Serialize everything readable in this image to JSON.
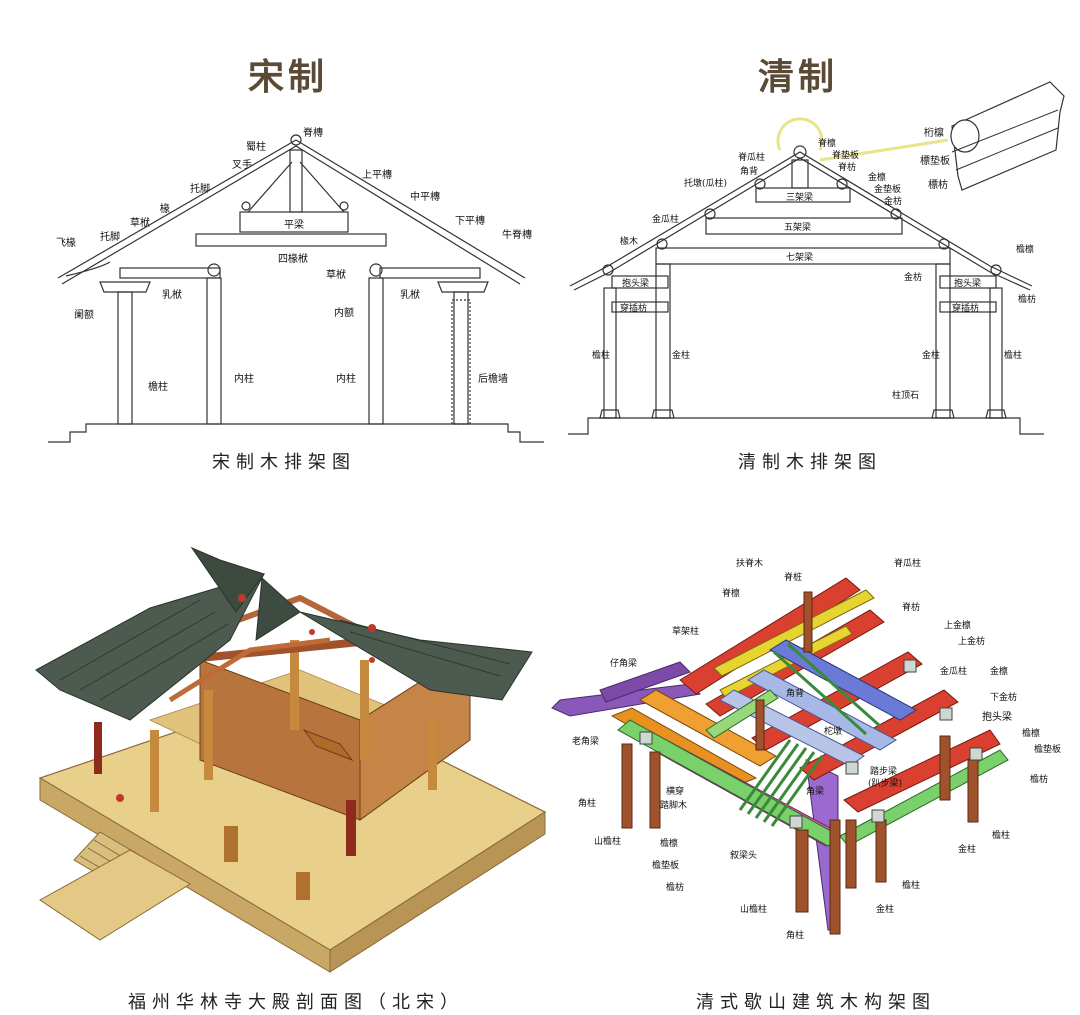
{
  "titles": {
    "song": "宋制",
    "qing": "清制"
  },
  "captions": {
    "song": "宋制木排架图",
    "qing": "清制木排架图",
    "fuzhou": "福州华林寺大殿剖面图（北宋）",
    "xieshan": "清式歇山建筑木构架图"
  },
  "song_labels": {
    "jiliang": "脊槫",
    "shuzhu": "蜀柱",
    "chashou": "叉手",
    "tuojiao1": "托脚",
    "shangpingtuan": "上平槫",
    "zhongpingtuan": "中平槫",
    "xiapingtuan": "下平槫",
    "niujituan": "牛脊槫",
    "chuan": "椽",
    "caofu1": "草栿",
    "tuojiao2": "托脚",
    "feichuan": "飞椽",
    "pingliang": "平梁",
    "sichuanfu": "四椽栿",
    "caofu2": "草栿",
    "rufu1": "乳栿",
    "rufu2": "乳栿",
    "lan_e": "阑额",
    "neie": "内额",
    "yanzhu": "檐柱",
    "neizhu1": "内柱",
    "neizhu2": "内柱",
    "houyanqiang": "后檐墙"
  },
  "qing_labels": {
    "jilin": "脊檩",
    "jidianban": "脊垫板",
    "jifang": "脊枋",
    "jiguazhu": "脊瓜柱",
    "jiaobei": "角背",
    "tuodun": "托墩(瓜柱)",
    "jinlin1": "金檩",
    "jindianban": "金垫板",
    "jinfang1": "金枋",
    "sanjialiang": "三架梁",
    "jinguazhu": "金瓜柱",
    "wujialiang": "五架梁",
    "chuanmu": "椽木",
    "qijialiang": "七架梁",
    "yanlin": "檐檩",
    "yanfang": "檐枋",
    "jinfang2": "金枋",
    "baotouliang1": "抱头梁",
    "chuanchafang1": "穿插枋",
    "baotouliang2": "抱头梁",
    "chuanchafang2": "穿插枋",
    "yanzhu1": "檐柱",
    "jinzhu1": "金柱",
    "jinzhu2": "金柱",
    "yanzhu2": "檐柱",
    "zhudingshi": "柱顶石",
    "hengmo": "桁檩",
    "biaodianban": "標垫板",
    "biaofang": "標枋"
  },
  "xieshan_labels": {
    "fujimu": "扶脊木",
    "jizhu": "脊桩",
    "jilin": "脊檩",
    "jiguazhu": "脊瓜柱",
    "jifang": "脊枋",
    "caojiazhu": "草架柱",
    "shangjinlin": "上金檩",
    "shangjinfang": "上金枋",
    "zijiaoliang": "仔角梁",
    "jinguazhu": "金瓜柱",
    "jinlin": "金檩",
    "jiaobei": "角背",
    "xiajinfang": "下金枋",
    "baotouliang": "抱头梁",
    "laojiaoliang": "老角梁",
    "yanlin": "檐檩",
    "yandianban": "檐垫板",
    "yanfang": "檐枋",
    "tuodun": "柁墩",
    "tabuliang": "踏步梁",
    "tabuliang_sub": "(趴步梁)",
    "jiaoliang": "角梁",
    "hengchuan": "横穿",
    "tajiaomu": "踏脚木",
    "jiaozhu1": "角柱",
    "shanyanzhu": "山檐柱",
    "yanlin2": "檐檩",
    "yandianban2": "檐垫板",
    "yanfang2": "檐枋",
    "chaliangtou": "叙梁头",
    "yanzhu": "檐柱",
    "jinzhu1": "金柱",
    "yanzhu2": "檐柱",
    "shanyanzhu2": "山檐柱",
    "jinzhu2": "金柱",
    "jiaozhu2": "角柱"
  },
  "colors": {
    "title": "#5a4a36",
    "ink": "#222222",
    "highlight": "#e9e48a"
  }
}
